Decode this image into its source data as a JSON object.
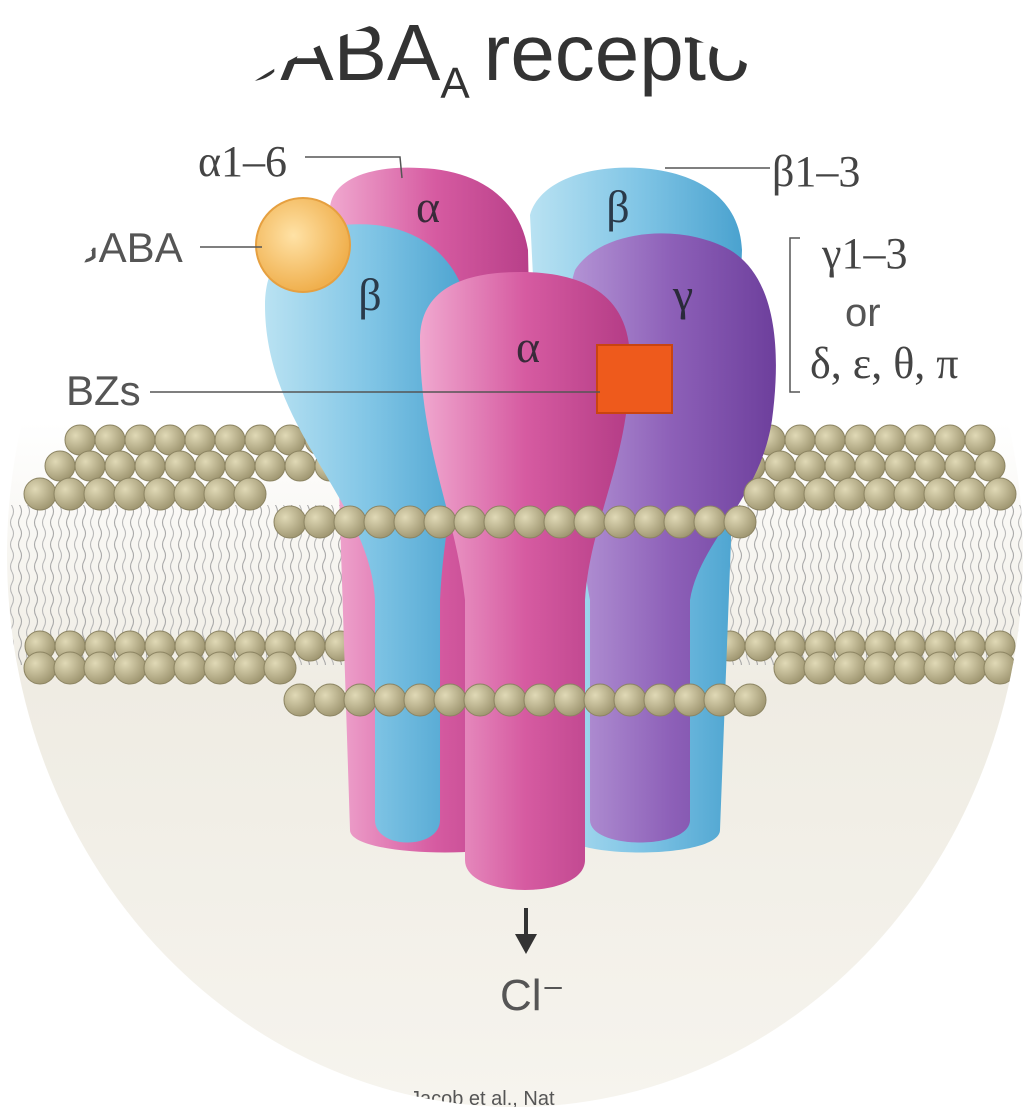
{
  "diagram": {
    "title": "GABA",
    "title_subscript": "A",
    "title_suffix": "recepto",
    "labels": {
      "alpha_range": "α1–6",
      "beta_range": "β1–3",
      "gaba": "GABA",
      "bzs": "BZs",
      "gamma_range": "γ1–3",
      "or": "or",
      "alternatives": "δ, ε, θ, π",
      "chloride": "Cl⁻",
      "credit": "Jacob et al., Nat"
    },
    "subunits": {
      "alpha_back": "α",
      "beta_back": "β",
      "beta_left": "β",
      "alpha_front": "α",
      "gamma": "γ"
    },
    "colors": {
      "alpha": "#d0559c",
      "beta": "#7fc6e6",
      "gamma": "#8f63b8",
      "gaba": "#f5c46a",
      "bzs": "#ee5a1c",
      "lipid_head": "#b9b08a",
      "background": "#efece4"
    }
  }
}
